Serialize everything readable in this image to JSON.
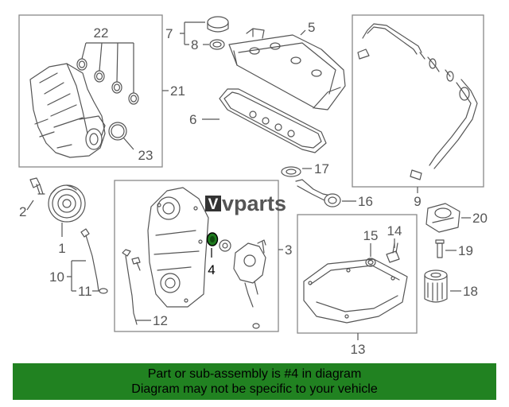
{
  "watermark": {
    "brand_v": "V",
    "brand_text": "vparts"
  },
  "callouts": {
    "c1": "1",
    "c2": "2",
    "c3": "3",
    "c4": "4",
    "c5": "5",
    "c6": "6",
    "c7": "7",
    "c8": "8",
    "c9": "9",
    "c10": "10",
    "c11": "11",
    "c12": "12",
    "c13": "13",
    "c14": "14",
    "c15": "15",
    "c16": "16",
    "c17": "17",
    "c18": "18",
    "c19": "19",
    "c20": "20",
    "c21": "21",
    "c22": "22",
    "c23": "23"
  },
  "highlight": {
    "part": "4",
    "color": "#1f7a1f"
  },
  "banner": {
    "line1": "Part or sub-assembly is #4 in diagram",
    "line2": "Diagram may not be specific to your vehicle",
    "background": "#218221"
  }
}
